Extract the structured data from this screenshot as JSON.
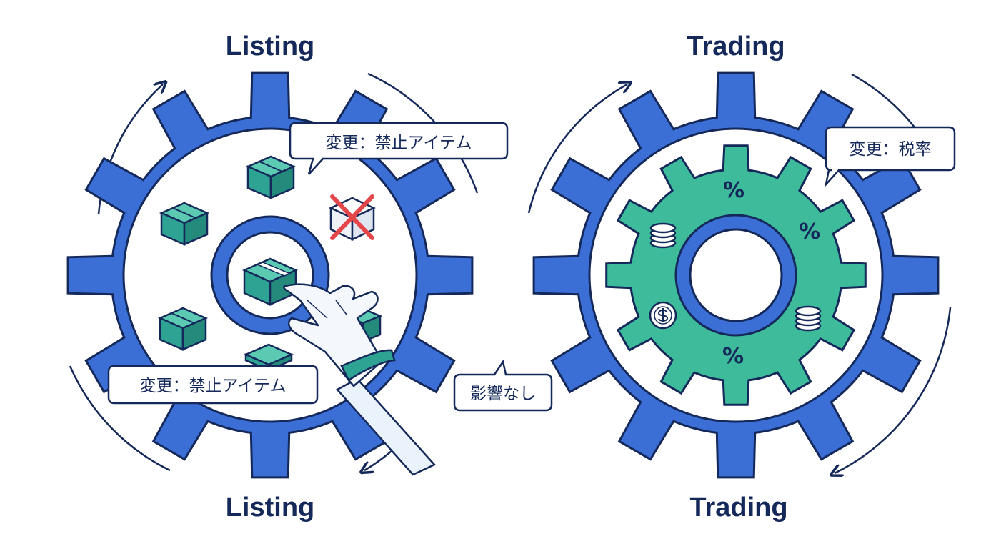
{
  "diagram": {
    "listing": {
      "title_top": "Listing",
      "title_bottom": "Listing",
      "callout_top": "変更：禁止アイテム",
      "callout_bottom": "変更：禁止アイテム"
    },
    "trading": {
      "title_top": "Trading",
      "title_bottom": "Trading",
      "callout": "変更：税率",
      "percent_symbols": [
        "%",
        "%",
        "%"
      ]
    },
    "middle_callout": "影響なし",
    "colors": {
      "gear_blue": "#3b6fd6",
      "gear_green": "#3dbb9a",
      "outline": "#14285a",
      "box_teal": "#2fa393",
      "cross_red": "#e5464a"
    },
    "icons": [
      "box-icon",
      "prohibited-box-icon",
      "robot-hand-icon",
      "coin-stack-icon",
      "dollar-coin-icon",
      "rotation-arrow-icon"
    ]
  }
}
